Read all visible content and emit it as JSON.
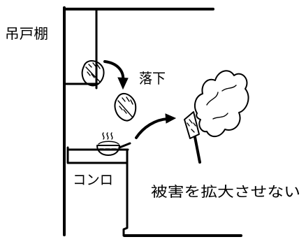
{
  "labels": {
    "cabinet": "吊戸棚",
    "falling": "落下",
    "stove": "コンロ",
    "message": "被害を拡大させない"
  },
  "colors": {
    "ink": "#000000",
    "background": "#ffffff"
  }
}
